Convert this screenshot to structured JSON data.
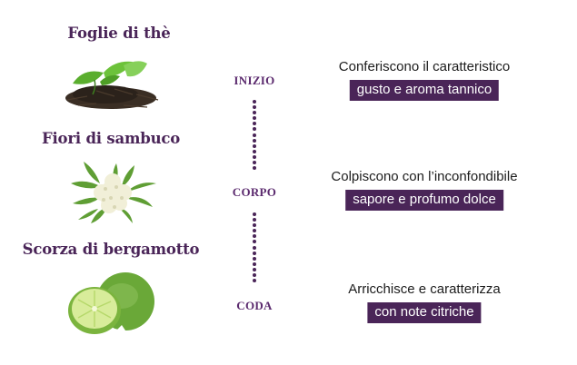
{
  "colors": {
    "primary_purple": "#4a2558",
    "phase_purple": "#5b2a6e",
    "text_dark": "#1c1c1c",
    "tag_text": "#ffffff"
  },
  "ingredients": [
    {
      "title": "Foglie di thè",
      "image": "tea-leaves-icon"
    },
    {
      "title": "Fiori di sambuco",
      "image": "elderflower-icon"
    },
    {
      "title": "Scorza di bergamotto",
      "image": "bergamot-icon"
    }
  ],
  "phases": [
    {
      "label": "INIZIO"
    },
    {
      "label": "CORPO"
    },
    {
      "label": "CODA"
    }
  ],
  "descriptions": [
    {
      "text": "Conferiscono il caratteristico",
      "tag": "gusto e aroma tannico"
    },
    {
      "text": "Colpiscono con l’inconfondibile",
      "tag": "sapore e profumo dolce"
    },
    {
      "text": "Arricchisce e caratterizza",
      "tag": "con note citriche"
    }
  ]
}
